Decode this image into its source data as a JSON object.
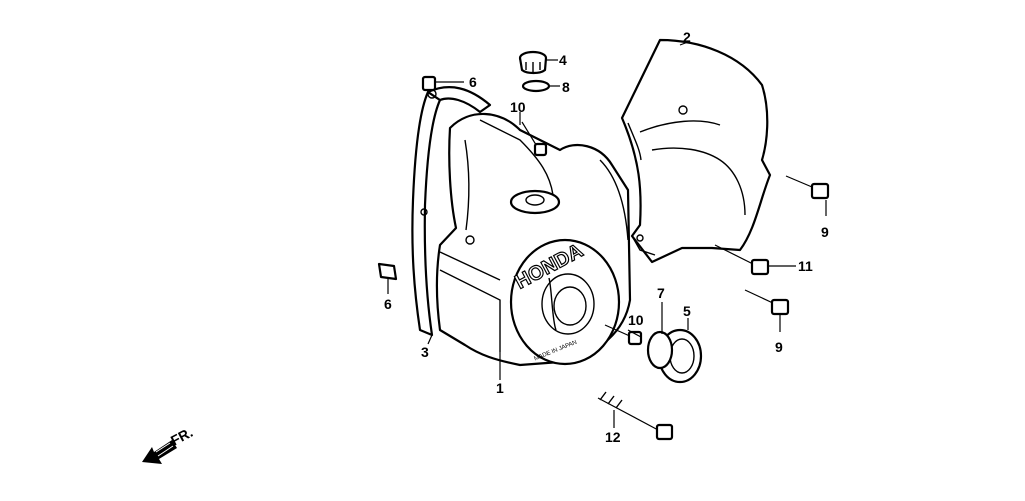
{
  "labels": {
    "p1": "1",
    "p2": "2",
    "p3": "3",
    "p4": "4",
    "p5": "5",
    "p6a": "6",
    "p6b": "6",
    "p7": "7",
    "p8": "8",
    "p9a": "9",
    "p9b": "9",
    "p10a": "10",
    "p10b": "10",
    "p11": "11",
    "p12": "12",
    "front": "FR."
  },
  "markings": {
    "brand": "HONDA",
    "origin": "MADE IN JAPAN"
  }
}
